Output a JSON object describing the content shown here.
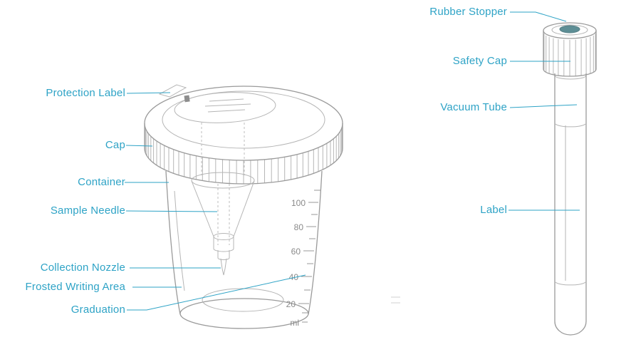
{
  "colors": {
    "label_text": "#2ea3c6",
    "leader_line": "#2ea3c6",
    "outline": "#9a9a9a",
    "outline_light": "#b5b5b5",
    "tick_text": "#8a8a8a",
    "stopper_fill": "#5d8e95"
  },
  "cup": {
    "labels": {
      "protection_label": "Protection Label",
      "cap": "Cap",
      "container": "Container",
      "sample_needle": "Sample Needle",
      "collection_nozzle": "Collection Nozzle",
      "frosted_writing_area": "Frosted Writing Area",
      "graduation": "Graduation"
    },
    "graduations": [
      "100",
      "80",
      "60",
      "40",
      "20",
      "ml"
    ]
  },
  "tube": {
    "labels": {
      "rubber_stopper": "Rubber Stopper",
      "safety_cap": "Safety Cap",
      "vacuum_tube": "Vacuum Tube",
      "label": "Label"
    }
  }
}
